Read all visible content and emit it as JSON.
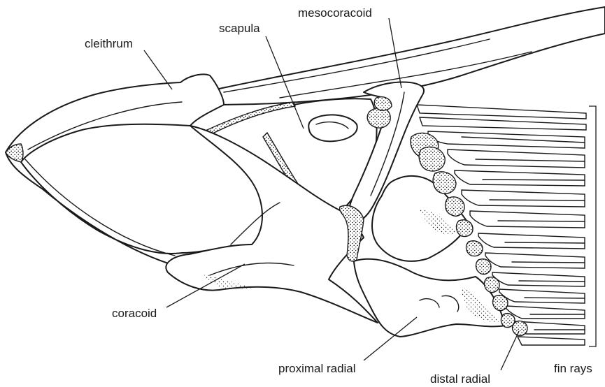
{
  "figure": {
    "labels": {
      "cleithrum": "cleithrum",
      "scapula": "scapula",
      "mesocoracoid": "mesocoracoid",
      "coracoid": "coracoid",
      "proximal_radial": "proximal radial",
      "distal_radial": "distal radial",
      "fin_rays": "fin rays"
    },
    "colors": {
      "ink": "#1a1a1a",
      "background": "#ffffff"
    }
  }
}
